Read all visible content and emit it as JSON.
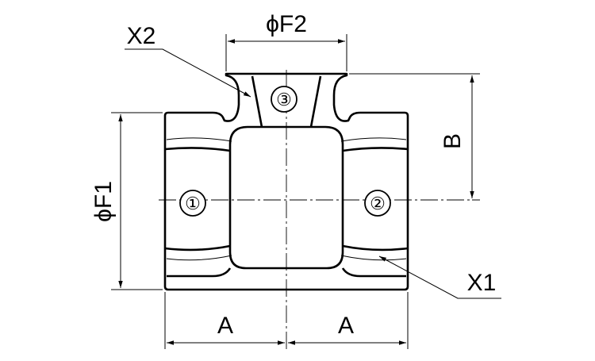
{
  "drawing": {
    "ports": [
      {
        "id": "port-1",
        "label": "①"
      },
      {
        "id": "port-2",
        "label": "②"
      },
      {
        "id": "port-3",
        "label": "③"
      }
    ],
    "dimensions": {
      "f2": "ϕF2",
      "f1": "ϕF1",
      "b": "B",
      "a_left": "A",
      "a_right": "A"
    },
    "callouts": {
      "x1": "X1",
      "x2": "X2"
    }
  }
}
